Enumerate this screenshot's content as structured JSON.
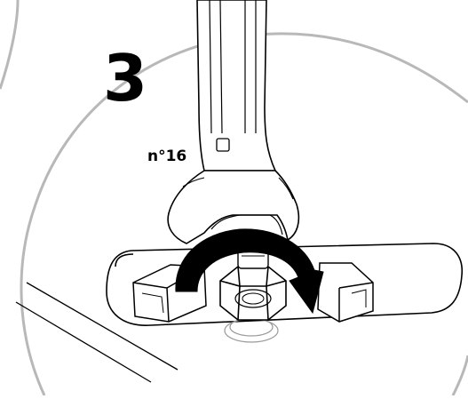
{
  "step": {
    "number": "3"
  },
  "tool": {
    "size_label": "n°16",
    "type": "open-end-wrench"
  },
  "action": {
    "direction": "clockwise",
    "icon": "rotate-clockwise-arrow-icon"
  },
  "colors": {
    "line": "#000000",
    "circle": "#b8b8b8",
    "background": "#ffffff"
  }
}
